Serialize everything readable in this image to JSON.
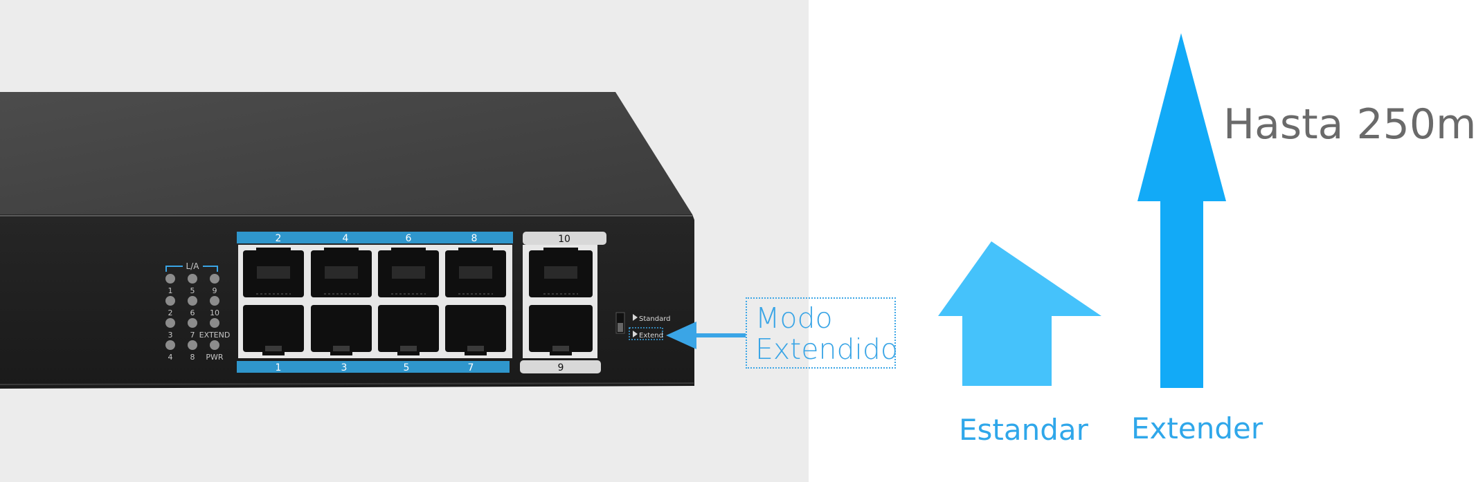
{
  "device": {
    "led_group_label": "L/A",
    "led_numbers": [
      "1",
      "2",
      "3",
      "4",
      "5",
      "6",
      "7",
      "8",
      "9",
      "10",
      "EXTEND",
      "PWR"
    ],
    "top_port_numbers": [
      "2",
      "4",
      "6",
      "8"
    ],
    "bottom_port_numbers": [
      "1",
      "3",
      "5",
      "7"
    ],
    "uplink_top_number": "10",
    "uplink_bottom_number": "9",
    "switch_labels": {
      "standard": "Standard",
      "extend": "Extend"
    }
  },
  "callout": {
    "line1": "Modo",
    "line2": "Extendido"
  },
  "comparison": {
    "standard_label": "Estandar",
    "extender_label": "Extender",
    "distance_label": "Hasta 250m",
    "colors": {
      "standard": "#45c2fb",
      "extender": "#12aaf7",
      "callout": "#3aa5e6"
    }
  }
}
